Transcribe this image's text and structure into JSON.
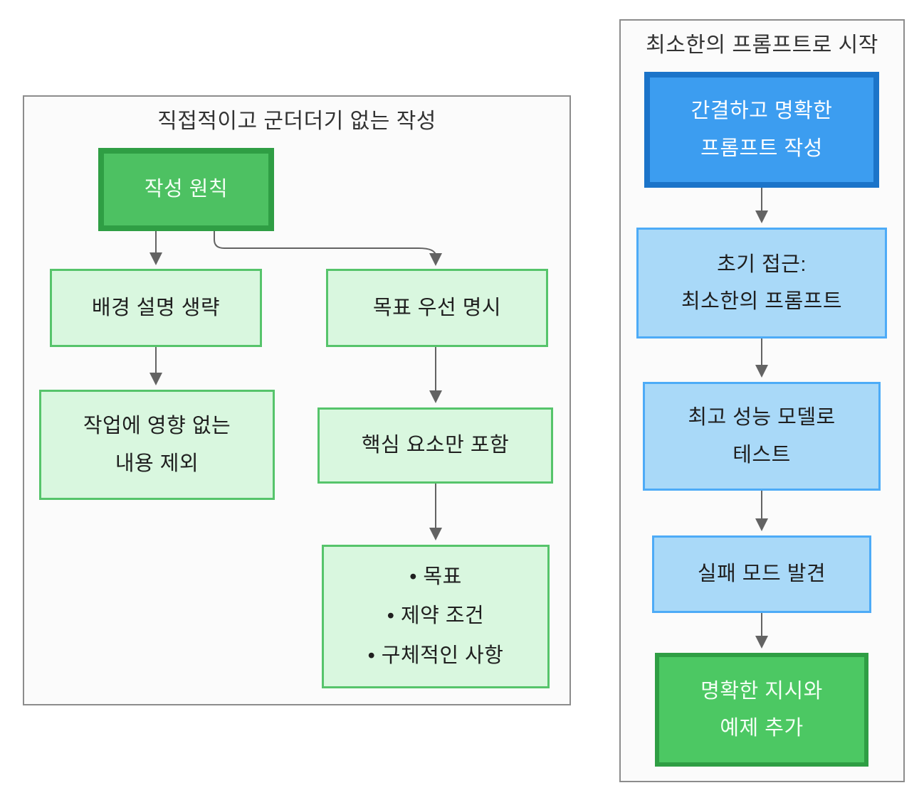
{
  "diagram": {
    "left_panel": {
      "title": "직접적이고 군더더기 없는 작성",
      "nodes": {
        "root": {
          "label": "작성 원칙"
        },
        "omit_background": {
          "label": "배경 설명 생략"
        },
        "state_goal_first": {
          "label": "목표 우선 명시"
        },
        "exclude_irrelevant": {
          "label": "작업에 영향 없는\n내용 제외"
        },
        "core_elements_only": {
          "label": "핵심 요소만 포함"
        },
        "bullet_list": {
          "label": "• 목표\n• 제약 조건\n• 구체적인 사항"
        }
      }
    },
    "right_panel": {
      "title": "최소한의 프롬프트로 시작",
      "nodes": {
        "write_concise_prompt": {
          "label": "간결하고 명확한\n프롬프트 작성"
        },
        "initial_minimal_prompt": {
          "label": "초기 접근:\n최소한의 프롬프트"
        },
        "test_best_model": {
          "label": "최고 성능 모델로\n테스트"
        },
        "find_failure_modes": {
          "label": "실패 모드 발견"
        },
        "add_instructions_examples": {
          "label": "명확한 지시와\n예제 추가"
        }
      }
    },
    "colors": {
      "strong_green_fill": "#4dc162",
      "strong_green_border": "#2f9e44",
      "light_green_fill": "#d9f7df",
      "light_green_border": "#56c46b",
      "strong_blue_fill": "#3c9df0",
      "strong_blue_border": "#1b74c9",
      "light_blue_fill": "#a9d9f8",
      "light_blue_border": "#4dabf7",
      "arrow": "#636363",
      "panel_border": "#8c8c8c",
      "panel_background": "#fbfbfb",
      "text_dark": "#1f1f1f",
      "text_light": "#ffffff"
    }
  }
}
